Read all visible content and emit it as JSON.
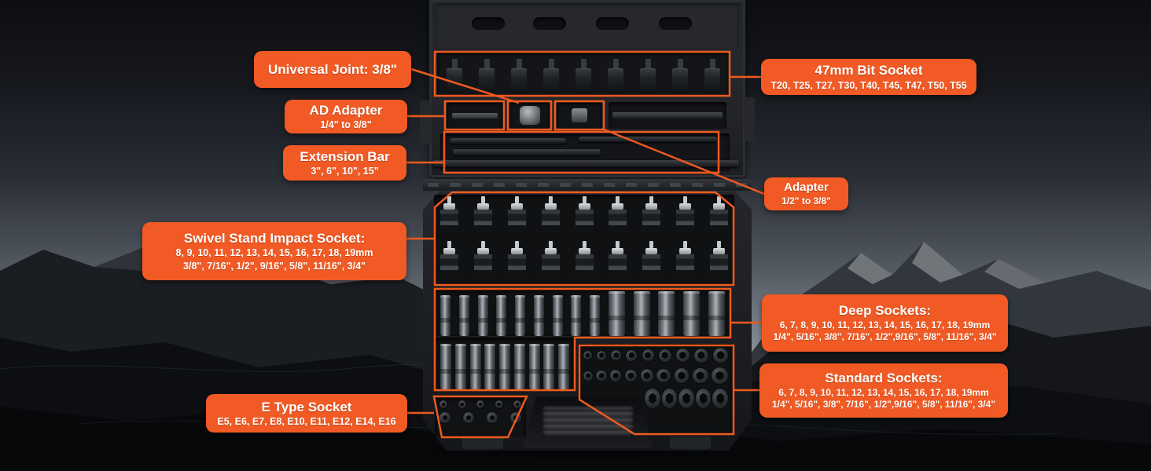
{
  "colors": {
    "accent": "#F15A24",
    "label_text": "#FFFFFF"
  },
  "labels": {
    "universal_joint": {
      "title": "Universal Joint: 3/8\""
    },
    "bit_socket": {
      "title": "47mm Bit Socket",
      "sizes": "T20, T25, T27, T30, T40, T45, T47, T50, T55"
    },
    "ad_adapter": {
      "title": "AD Adapter",
      "sizes": "1/4\" to 3/8\""
    },
    "extension_bar": {
      "title": "Extension Bar",
      "sizes": "3\", 6\", 10\", 15\""
    },
    "adapter": {
      "title": "Adapter",
      "sizes": "1/2\" to 3/8\""
    },
    "swivel_socket": {
      "title": "Swivel Stand Impact Socket:",
      "sizes_metric": "8, 9, 10, 11, 12, 13, 14, 15, 16, 17, 18, 19mm",
      "sizes_sae": "3/8\", 7/16\", 1/2\", 9/16\", 5/8\", 11/16\", 3/4\""
    },
    "deep_sockets": {
      "title": "Deep Sockets:",
      "sizes_metric": "6, 7, 8, 9, 10, 11, 12, 13, 14, 15, 16, 17, 18, 19mm",
      "sizes_sae": "1/4\", 5/16\", 3/8\", 7/16\", 1/2\",9/16\", 5/8\", 11/16\", 3/4\""
    },
    "standard_sockets": {
      "title": "Standard Sockets:",
      "sizes_metric": "6, 7, 8, 9, 10, 11, 12, 13, 14, 15, 16, 17, 18, 19mm",
      "sizes_sae": "1/4\", 5/16\", 3/8\", 7/16\", 1/2\",9/16\", 5/8\", 11/16\", 3/4\""
    },
    "e_type_socket": {
      "title": "E Type Socket",
      "sizes": "E5, E6, E7, E8, E10, E11, E12, E14, E16"
    }
  },
  "case_contents": {
    "bit_socket_count": 9,
    "swivel_rows": [
      9,
      9
    ],
    "deep_row1_narrow": 9,
    "deep_row1_wide": 5,
    "deep_row2": 9,
    "standard_rows": [
      9,
      9,
      5
    ],
    "e_type_rows": [
      5,
      4
    ]
  }
}
